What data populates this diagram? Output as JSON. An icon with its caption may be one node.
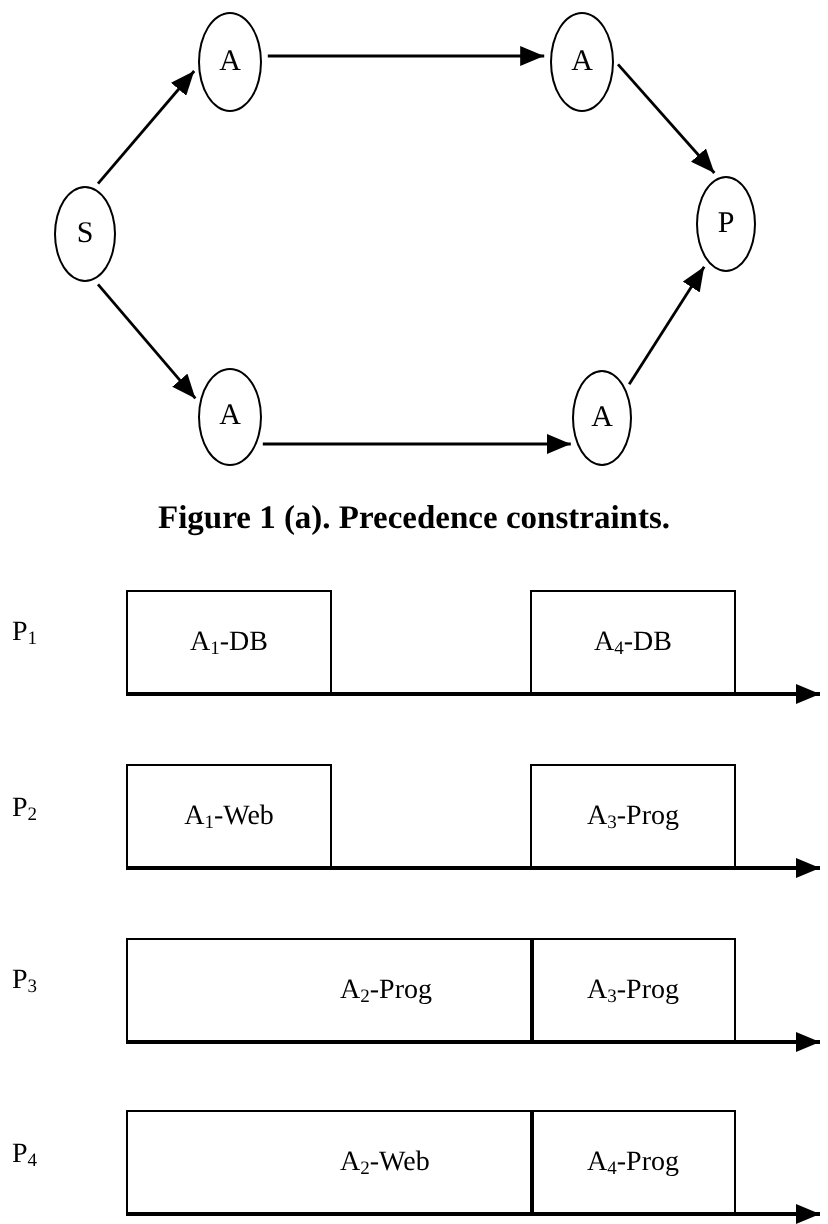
{
  "diagram": {
    "caption": "Figure 1 (a). Precedence constraints.",
    "nodes": [
      {
        "text": [
          "A"
        ]
      },
      {
        "text": [
          "A"
        ]
      },
      {
        "text": [
          "S"
        ]
      },
      {
        "text": [
          "P"
        ]
      },
      {
        "text": [
          "A"
        ]
      },
      {
        "text": [
          "A"
        ]
      },
      {
        "text": [
          "A$_{1}$-DB"
        ]
      },
      {
        "text": [
          "A$_{4}$-DB"
        ]
      },
      {
        "text": [
          "A$_{1}$-Web"
        ]
      },
      {
        "text": [
          "A$_{3}$-Prog"
        ]
      },
      {
        "text": [
          "A$_{2}$-Prog"
        ]
      },
      {
        "text": [
          "A$_{3}$-Prog"
        ]
      },
      {
        "text": [
          "A$_{2}$-Web"
        ]
      },
      {
        "text": [
          "A$_{4}$-Prog"
        ]
      }
    ],
    "edges": [
      {
        "from": 2,
        "to": 0,
        "arrow": "to"
      },
      {
        "from": 0,
        "to": 1,
        "arrow": "to"
      },
      {
        "from": 1,
        "to": 3,
        "arrow": "to"
      },
      {
        "from": 2,
        "to": 4,
        "arrow": "to"
      },
      {
        "from": 4,
        "to": 5,
        "arrow": "to"
      },
      {
        "from": 5,
        "to": 3,
        "arrow": "to"
      }
    ],
    "labels": [
      "P$_{1}$",
      "P$_{2}$",
      "P$_{3}$",
      "P$_{4}$"
    ]
  }
}
